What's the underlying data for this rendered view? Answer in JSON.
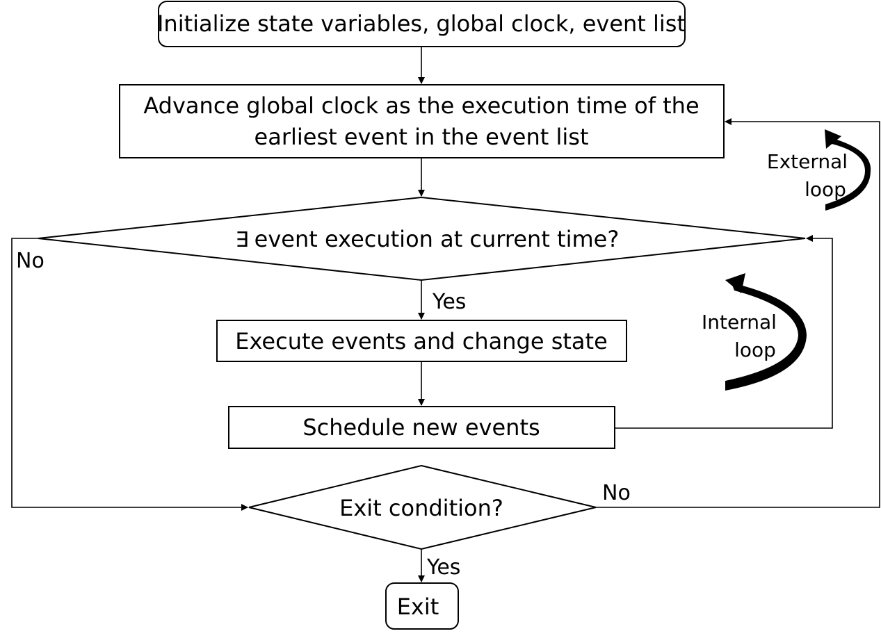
{
  "nodes": {
    "init": "Initialize state variables, global clock, event list",
    "advance_line1": "Advance global clock as the execution time of the",
    "advance_line2": "earliest event in the event list",
    "exist_symbol": "∃",
    "exist_question": "event execution at current time?",
    "execute": "Execute events and change state",
    "schedule": "Schedule new events",
    "exit_condition": "Exit condition?",
    "exit": "Exit"
  },
  "edge_labels": {
    "yes_exist": "Yes",
    "no_exist": "No",
    "yes_exit": "Yes",
    "no_exit": "No"
  },
  "loop_labels": {
    "external_line1": "External",
    "external_line2": "loop",
    "internal_line1": "Internal",
    "internal_line2": "loop"
  }
}
